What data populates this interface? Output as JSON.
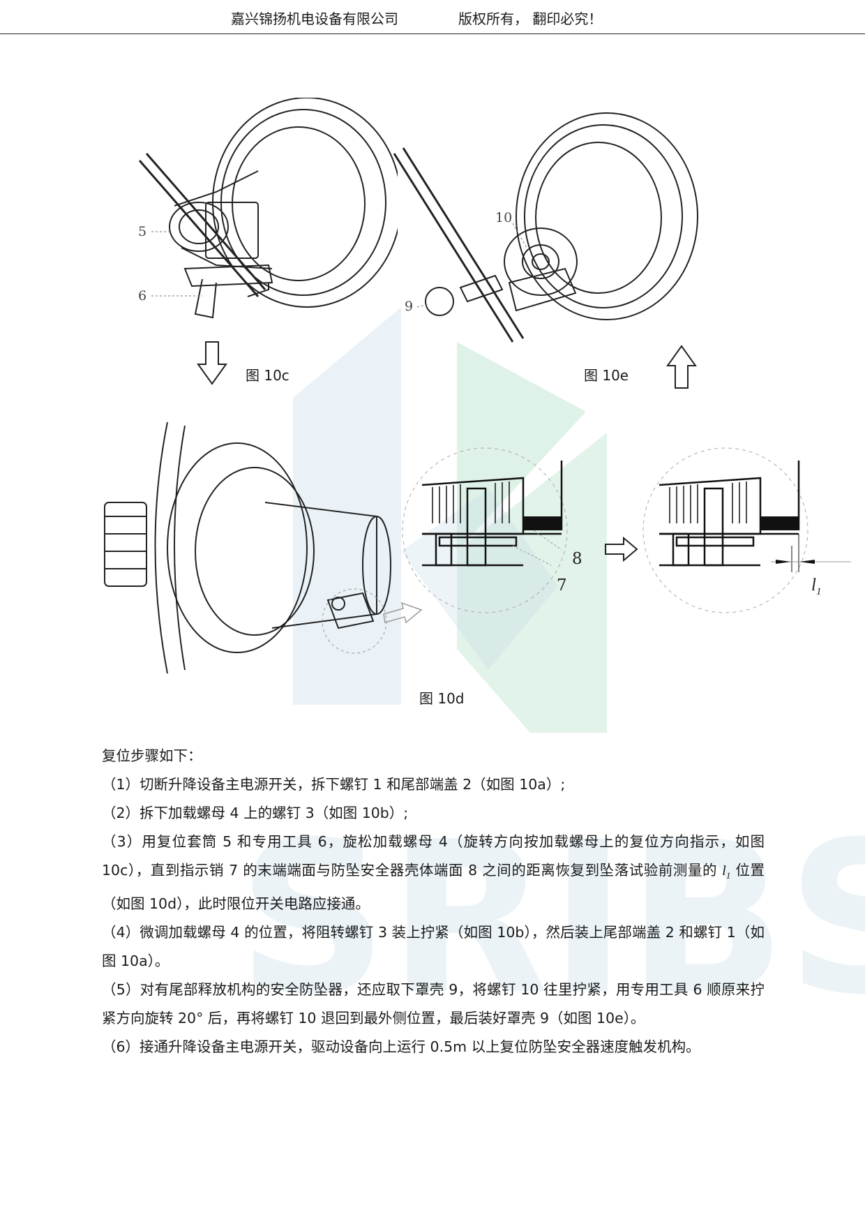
{
  "header": {
    "company": "嘉兴锦扬机电设备有限公司",
    "copyright": "版权所有， 翻印必究！"
  },
  "figures": {
    "fig_10c": {
      "caption": "图 10c",
      "labels": [
        "5",
        "6"
      ]
    },
    "fig_10e": {
      "caption": "图 10e",
      "labels": [
        "10",
        "9"
      ]
    },
    "fig_10d": {
      "caption": "图 10d",
      "labels": [
        "8",
        "7"
      ],
      "dimension_label": "l",
      "dimension_sub": "1"
    }
  },
  "content": {
    "intro": "复位步骤如下：",
    "step1": "（1）切断升降设备主电源开关，拆下螺钉 1 和尾部端盖 2（如图 10a）;",
    "step2": "（2）拆下加载螺母 4 上的螺钉 3（如图 10b）;",
    "step3_before": "（3）用复位套筒 5 和专用工具 6，旋松加载螺母 4（旋转方向按加载螺母上的复位方向指示，如图 10c），直到指示销 7 的末端端面与防坠安全器壳体端面 8 之间的距离恢复到坠落试验前测量的 ",
    "step3_var": "l",
    "step3_sub": "1",
    "step3_after": " 位置（如图 10d），此时限位开关电路应接通。",
    "step4": "（4）微调加载螺母 4 的位置，将阻转螺钉 3 装上拧紧（如图 10b），然后装上尾部端盖 2 和螺钉 1（如图 10a）。",
    "step5": "（5）对有尾部释放机构的安全防坠器，还应取下罩壳 9，将螺钉 10 往里拧紧，用专用工具 6 顺原来拧紧方向旋转 20° 后，再将螺钉 10 退回到最外侧位置，最后装好罩壳 9（如图 10e）。",
    "step6": "（6）接通升降设备主电源开关，驱动设备向上运行 0.5m 以上复位防坠安全器速度触发机构。"
  },
  "watermark": {
    "text": "SRIBS"
  }
}
